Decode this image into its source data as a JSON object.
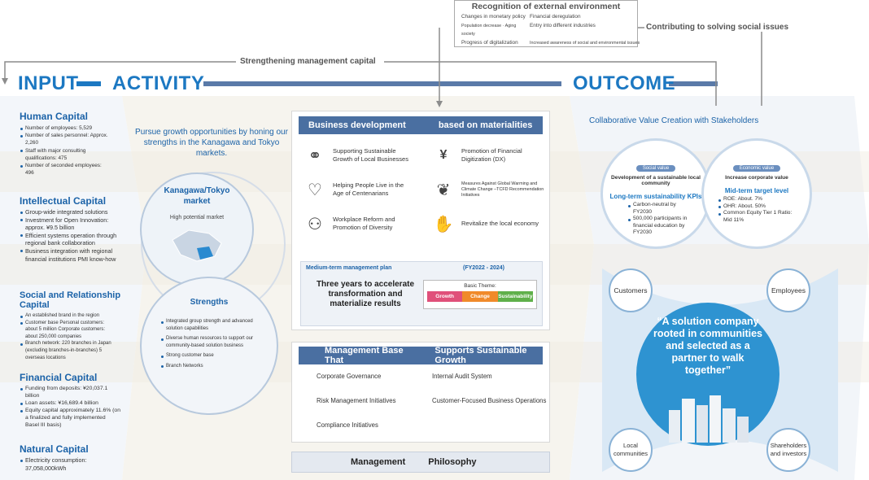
{
  "recognition": {
    "title": "Recognition of external environment",
    "items": [
      "Changes in monetary policy",
      "Financial deregulation",
      "Population decrease · Aging society",
      "Entry into different industries",
      "Progress of digitalization",
      "Increased awareness of social and environmental issues"
    ]
  },
  "contributing_label": "Contributing to solving social issues",
  "strengthening_label": "Strengthening management capital",
  "headers": {
    "input": "INPUT",
    "activity": "ACTIVITY",
    "outcome": "OUTCOME"
  },
  "input": {
    "human": {
      "title": "Human Capital",
      "items": [
        "Number of employees: 5,529",
        "Number of sales personnel: Approx. 2,260",
        "Staff with major consulting qualifications: 475",
        "Number of seconded employees: 496"
      ]
    },
    "intellectual": {
      "title": "Intellectual Capital",
      "items": [
        "Group-wide integrated solutions",
        "Investment for Open Innovation: approx. ¥9.5 billion",
        "Efficient systems operation through regional bank collaboration",
        "Business integration with regional financial institutions PMI know-how"
      ]
    },
    "social": {
      "title": "Social and Relationship Capital",
      "items": [
        "An established brand in the region",
        "Customer base Personal customers: about 5 million Corporate customers: about 250,000 companies",
        "Branch network: 220 branches in Japan (excluding branches-in-branches) 5 overseas locations"
      ]
    },
    "financial": {
      "title": "Financial Capital",
      "items": [
        "Funding from deposits: ¥20,037.1 billion",
        "Loan assets: ¥16,689.4 billion",
        "Equity capital approximately 11.6% (on a finalized and fully implemented Basel III basis)"
      ]
    },
    "natural": {
      "title": "Natural Capital",
      "items": [
        "Electricity consumption: 37,058,000kWh"
      ]
    }
  },
  "activity": {
    "pursue_text": "Pursue growth opportunities by honing our strengths in the Kanagawa and Tokyo markets.",
    "market_title": "Kanagawa/Tokyo market",
    "market_item": "High potential market",
    "strengths_title": "Strengths",
    "strengths_items": [
      "Integrated group strength and advanced solution capabilities",
      "Diverse human resources to support our community-based solution business",
      "Strong customer base",
      "Branch Networks"
    ]
  },
  "business": {
    "banner_left": "Business development",
    "banner_right": "based on materialities",
    "items": [
      {
        "icon": "handshake-icon",
        "glyph": "🤝",
        "label": "Supporting Sustainable Growth of Local Businesses"
      },
      {
        "icon": "yen-monitor-icon",
        "glyph": "¥",
        "label": "Promotion of Financial Digitization (DX)"
      },
      {
        "icon": "heart-hands-icon",
        "glyph": "♥",
        "label": "Helping People Live in the Age of Centenarians"
      },
      {
        "icon": "plant-icon",
        "glyph": "🌱",
        "label": "Measures Against Global Warming and Climate Change –TCFD Recommendation Initiatives"
      },
      {
        "icon": "people-icon",
        "glyph": "👥",
        "label": "Workplace Reform and Promotion of Diversity"
      },
      {
        "icon": "raised-hands-icon",
        "glyph": "🙌",
        "label": "Revitalize the local economy"
      }
    ],
    "plan_title": "Medium-term management plan",
    "plan_period": "(FY2022 - 2024)",
    "plan_main": "Three years to accelerate transformation and materialize results",
    "theme_label": "Basic Theme:",
    "themes": [
      {
        "label": "Growth",
        "color": "#e0507a"
      },
      {
        "label": "Change",
        "color": "#f08a2a"
      },
      {
        "label": "Sustainability",
        "color": "#5fb04a"
      }
    ]
  },
  "management": {
    "banner_left": "Management Base That",
    "banner_right": "Supports Sustainable Growth",
    "items": [
      "Corporate Governance",
      "Internal Audit System",
      "Risk Management Initiatives",
      "Customer-Focused Business Operations",
      "Compliance Initiatives"
    ],
    "philosophy_left": "Management",
    "philosophy_right": "Philosophy"
  },
  "outcome": {
    "collab_title": "Collaborative Value Creation with Stakeholders",
    "social": {
      "badge": "Social value",
      "title": "Development of a sustainable local community",
      "kpi_title": "Long-term sustainability KPIs",
      "items": [
        "Carbon-neutral by FY2030",
        "500,000 participants in financial education by FY2030"
      ]
    },
    "economic": {
      "badge": "Economic value",
      "title": "Increase corporate value",
      "target_title": "Mid-term target level",
      "items": [
        "ROE: About. 7%",
        "OHR: About. 50%",
        "Common Equity Tier 1 Ratio: Mid 11%"
      ]
    },
    "stakeholders": [
      "Customers",
      "Employees",
      "Local communities",
      "Shareholders and investors"
    ],
    "quote": "“A solution company rooted in communities and selected as a partner to walk together”"
  }
}
